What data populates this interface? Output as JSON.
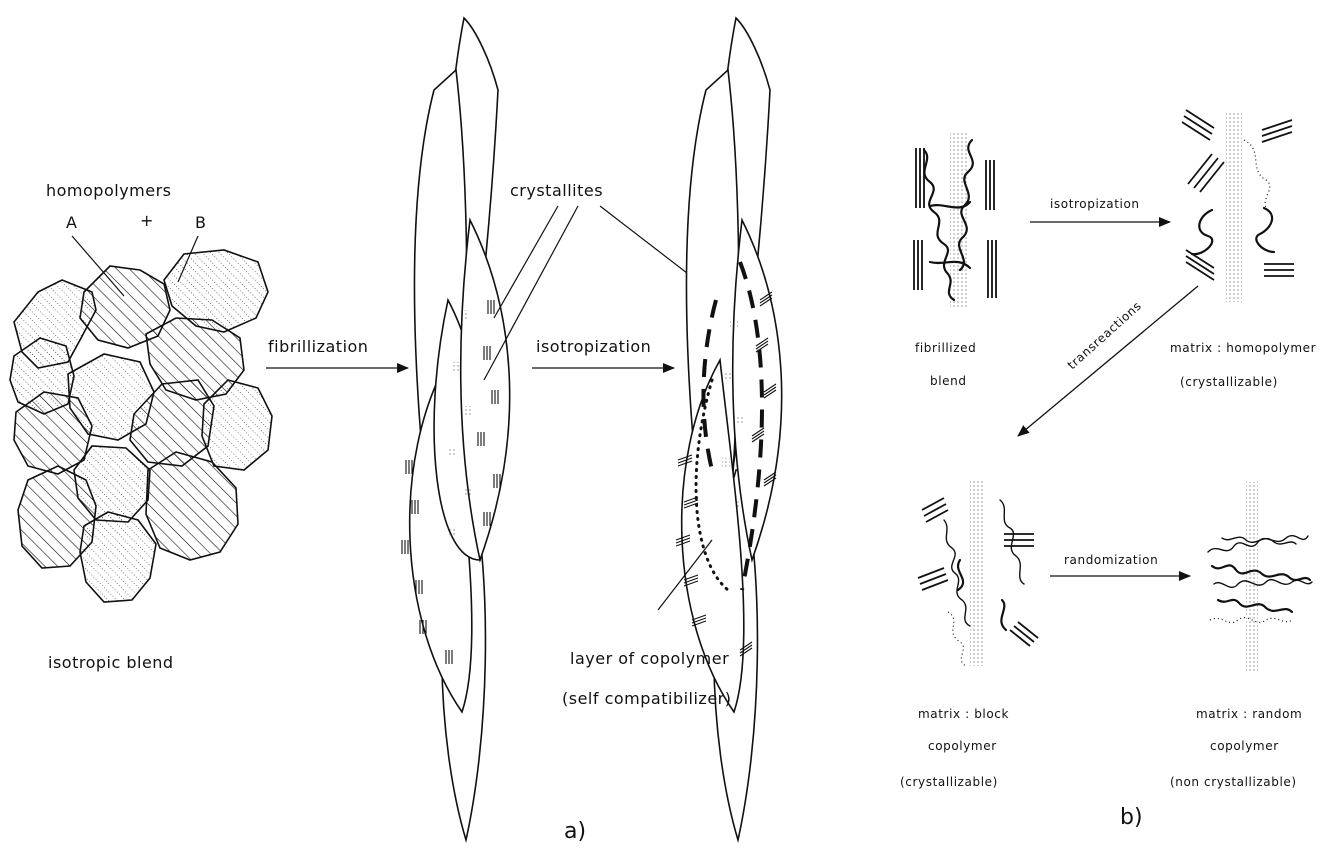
{
  "panel_a": {
    "homopolymers_label": "homopolymers",
    "component_a": "A",
    "plus_sign": "+",
    "component_b": "B",
    "isotropic_blend_label": "isotropic blend",
    "fibrillization_label": "fibrillization",
    "crystallites_label": "crystallites",
    "isotropization_label": "isotropization",
    "layer_label": "layer of copolymer",
    "self_compatibilizer_label": "(self compatibilizer)",
    "panel_label": "a)"
  },
  "panel_b": {
    "fibrillized_line1": "fibrillized",
    "fibrillized_line2": "blend",
    "isotropization_label": "isotropization",
    "matrix_homopolymer": "matrix : homopolymer",
    "crystallizable_1": "(crystallizable)",
    "transreactions_label": "transreactions",
    "matrix_block_line1": "matrix : block",
    "matrix_block_line2": "copolymer",
    "crystallizable_2": "(crystallizable)",
    "randomization_label": "randomization",
    "matrix_random_line1": "matrix : random",
    "matrix_random_line2": "copolymer",
    "non_crystallizable": "(non crystallizable)",
    "panel_label": "b)"
  },
  "colors": {
    "ink": "#111111",
    "background": "#ffffff"
  }
}
